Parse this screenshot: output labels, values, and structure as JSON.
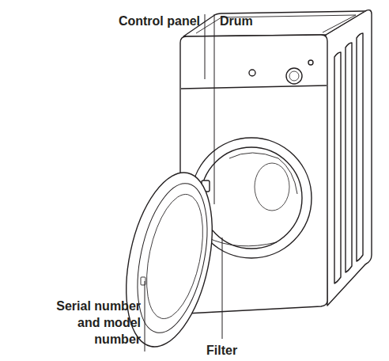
{
  "diagram": {
    "labels": [
      "Control panel",
      "Drum",
      "Serial number and model number",
      "Filter"
    ]
  }
}
